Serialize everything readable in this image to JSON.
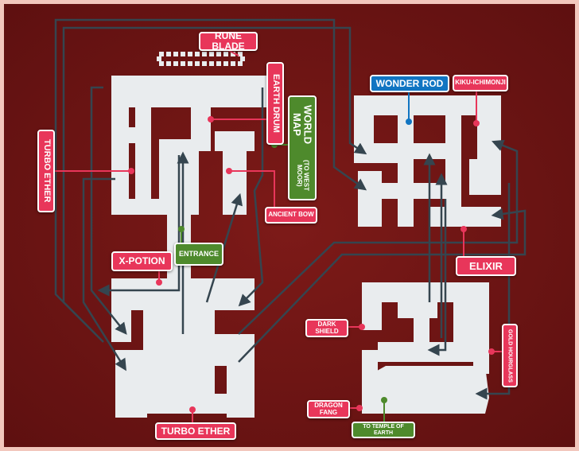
{
  "colors": {
    "background": "#6e1414",
    "frame": "#f2c7bd",
    "floor": "#e9ecee",
    "arrow": "#35454f",
    "item": "#e8365a",
    "exit": "#4e8a2c",
    "key_item": "#1175c2"
  },
  "labels": {
    "rune_blade": "RUNE BLADE",
    "earth_drum": "EARTH DRUM",
    "world_map": "WORLD MAP",
    "world_map_sub": "(TO WEST MOOR)",
    "turbo_ether_left": "TURBO ETHER",
    "ancient_bow": "ANCIENT BOW",
    "entrance": "ENTRANCE",
    "x_potion": "X-POTION",
    "turbo_ether_bottom": "TURBO ETHER",
    "wonder_rod": "WONDER ROD",
    "kiku_ichimonji": "KIKU-ICHIMONJI",
    "elixir": "ELIXIR",
    "dark_shield": "DARK SHIELD",
    "gold_hourglass": "GOLD HOURGLASS",
    "dragon_fang": "DRAGON FANG",
    "temple_of_earth": "TO TEMPLE OF EARTH"
  }
}
